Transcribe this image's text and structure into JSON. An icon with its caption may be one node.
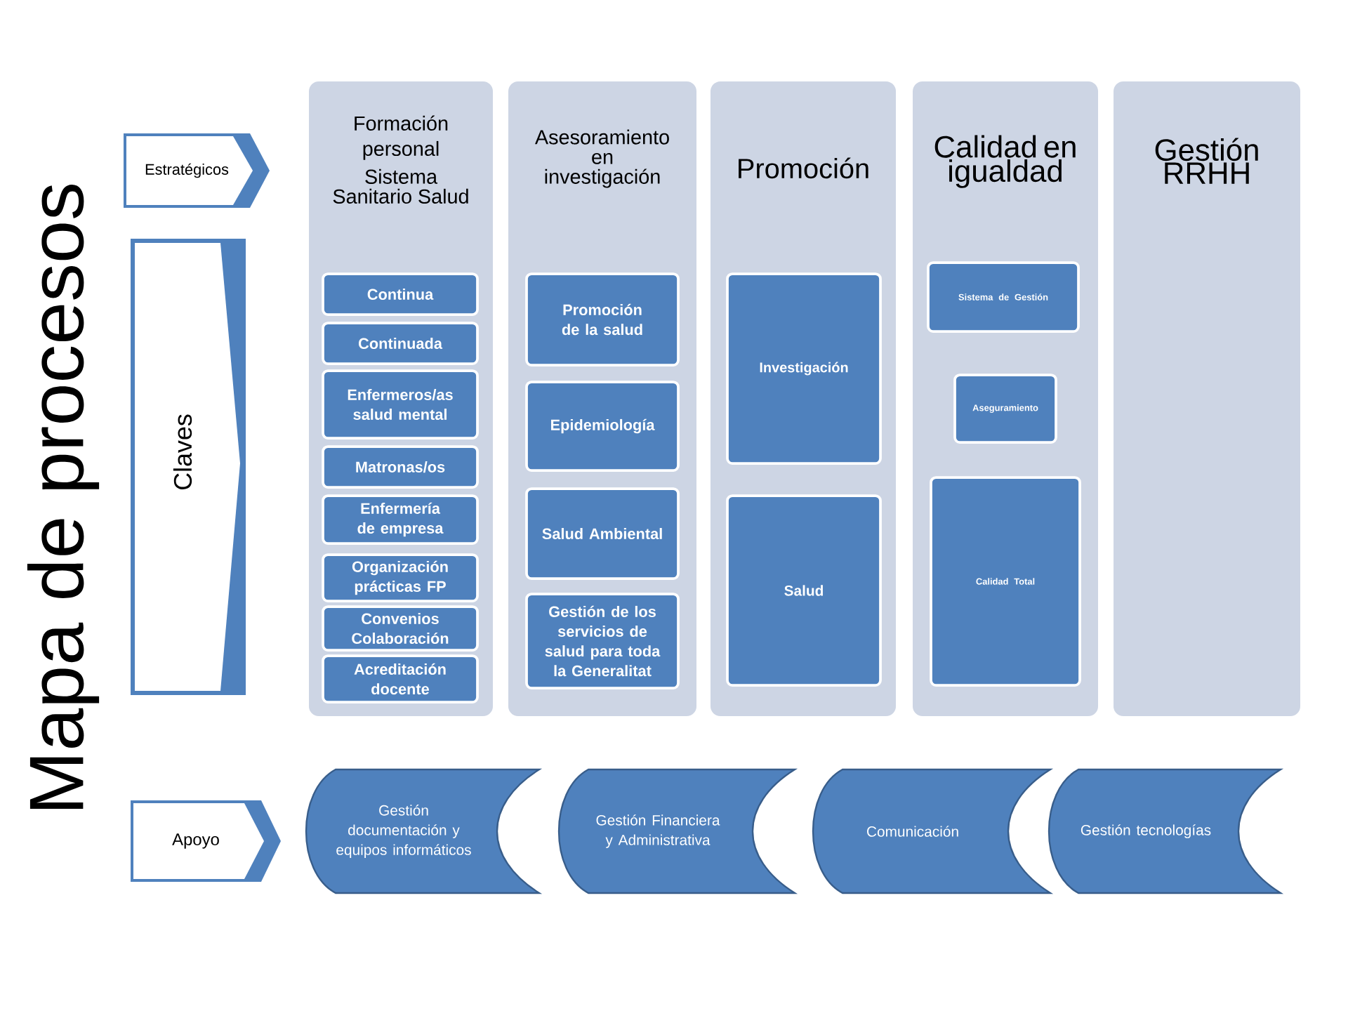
{
  "diagram": {
    "title": "Mapa de procesos",
    "nodes": [
      {
        "text": [
          "Estratégicos"
        ]
      },
      {
        "text": [
          "Claves"
        ]
      },
      {
        "text": [
          "Formación personal",
          "Sistema Sanitario Salud"
        ]
      },
      {
        "text": [
          "Continua"
        ],
        "in": 2
      },
      {
        "text": [
          "Continuada"
        ],
        "in": 2
      },
      {
        "text": [
          "Enfermeros/as salud mental"
        ],
        "in": 2
      },
      {
        "text": [
          "Matronas/os"
        ],
        "in": 2
      },
      {
        "text": [
          "Enfermería de empresa"
        ],
        "in": 2
      },
      {
        "text": [
          "Organización prácticas FP"
        ],
        "in": 2
      },
      {
        "text": [
          "Convenios Colaboración"
        ],
        "in": 2
      },
      {
        "text": [
          "Acreditación docente"
        ],
        "in": 2
      },
      {
        "text": [
          "Asesoramiento en investigación"
        ]
      },
      {
        "text": [
          "Promoción de la salud"
        ],
        "in": 11
      },
      {
        "text": [
          "Epidemiología"
        ],
        "in": 11
      },
      {
        "text": [
          "Salud Ambiental"
        ],
        "in": 11
      },
      {
        "text": [
          "Gestión de los servicios de salud para toda la Generalitat"
        ],
        "in": 11
      },
      {
        "text": [
          "Promoción"
        ]
      },
      {
        "text": [
          "Investigación"
        ],
        "in": 16
      },
      {
        "text": [
          "Salud"
        ],
        "in": 16
      },
      {
        "text": [
          "Calidad en igualdad"
        ]
      },
      {
        "text": [
          "Sistema de Gestión"
        ],
        "in": 19
      },
      {
        "text": [
          "Aseguramiento"
        ],
        "in": 19
      },
      {
        "text": [
          "Calidad Total"
        ],
        "in": 19
      },
      {
        "text": [
          "Gestión RRHH"
        ]
      },
      {
        "text": [
          "Apoyo"
        ]
      },
      {
        "text": [
          "Gestión documentación y equipos informáticos"
        ]
      },
      {
        "text": [
          "Gestión Financiera y Administrativa"
        ]
      },
      {
        "text": [
          "Comunicación"
        ]
      },
      {
        "text": [
          "Gestión tecnologías"
        ]
      }
    ]
  }
}
